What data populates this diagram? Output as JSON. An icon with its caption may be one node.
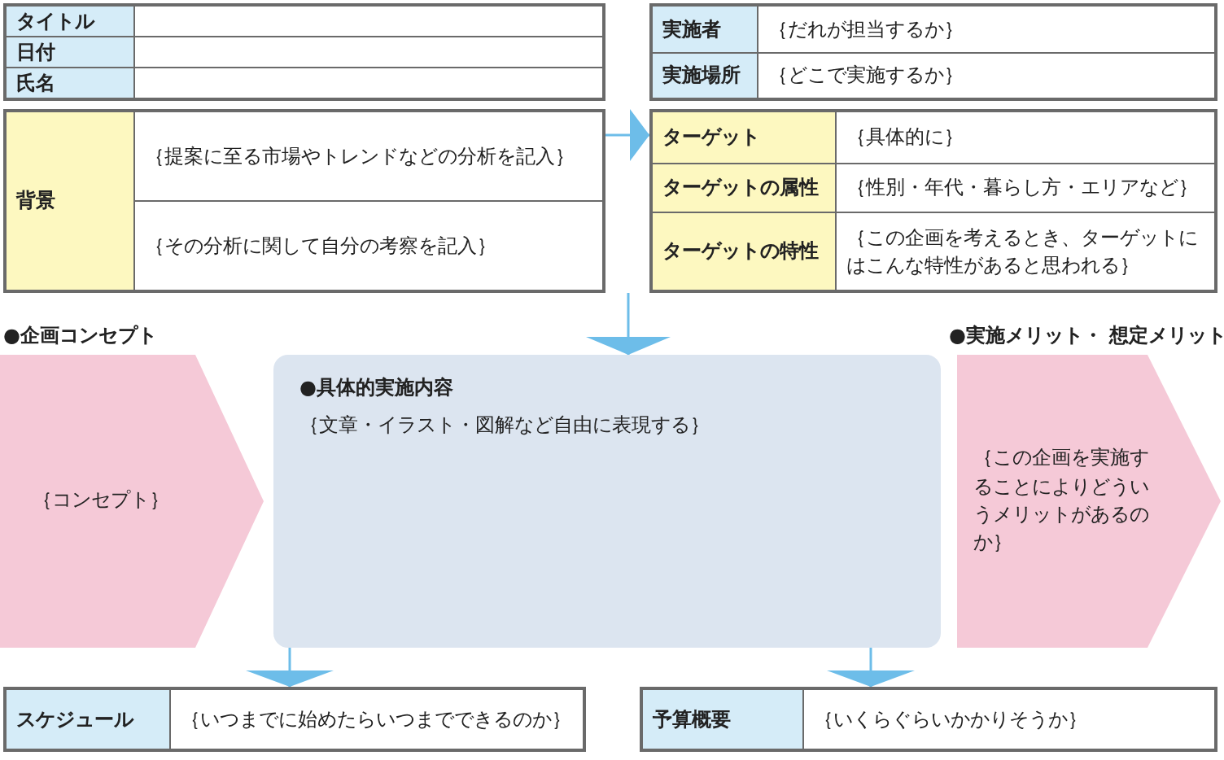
{
  "diagram": {
    "nodes": [
      {
        "text": [
          "タイトル",
          "日付",
          "氏名"
        ]
      },
      {
        "text": [
          "背景",
          "｛提案に至る市場やトレンドなどの分析を記入｝",
          "｛その分析に関して自分の考察を記入｝"
        ]
      },
      {
        "text": [
          "実施者",
          "｛だれが担当するか｝",
          "実施場所",
          "｛どこで実施するか｝"
        ]
      },
      {
        "text": [
          "ターゲット",
          "｛具体的に｝",
          "ターゲットの属性",
          "｛性別・年代・暮らし方・エリアなど｝",
          "ターゲットの特性",
          "｛この企画を考えるとき、ターゲットにはこんな特性があると思われる｝"
        ]
      },
      {
        "text": [
          "｛コンセプト｝"
        ],
        "beside": [
          "●企画コンセプト"
        ]
      },
      {
        "text": [
          "●具体的実施内容",
          "｛文章・イラスト・図解など自由に表現する｝"
        ]
      },
      {
        "text": [
          "｛この企画を実施することによりどういうメリットがあるのか｝"
        ],
        "beside": [
          "●実施メリット・ 想定メリット"
        ]
      },
      {
        "text": [
          "スケジュール",
          "｛いつまでに始めたらいつまでできるのか｝"
        ]
      },
      {
        "text": [
          "予算概要",
          "｛いくらぐらいかかりそうか｝"
        ]
      }
    ],
    "edges": [
      {
        "from": 1,
        "to": 3,
        "arrow": "to"
      },
      {
        "from": 3,
        "to": 5,
        "arrow": "to"
      },
      {
        "from": 5,
        "to": 7,
        "arrow": "to"
      },
      {
        "from": 5,
        "to": 8,
        "arrow": "to"
      }
    ]
  }
}
